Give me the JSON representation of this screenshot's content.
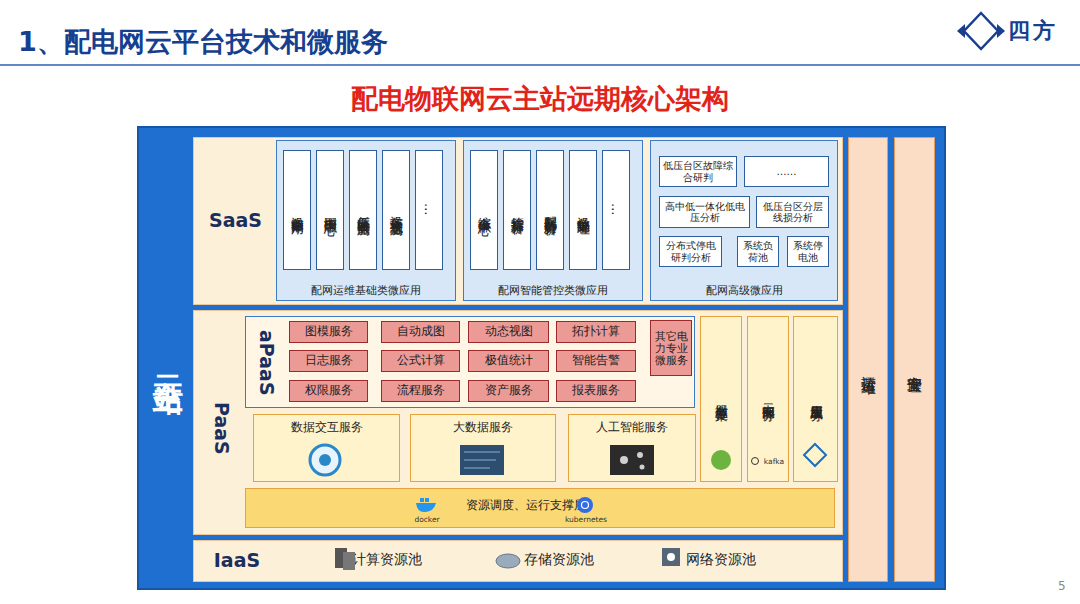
{
  "diagram": {
    "title": "配电物联网云主站远期核心架构",
    "nodes": [
      {
        "text": [
          "云主站"
        ]
      },
      {
        "text": [
          "SaaS"
        ],
        "in": 0
      },
      {
        "text": [
          "配网运维基础类微应用"
        ],
        "in": 1
      },
      {
        "text": [
          "设备即插即用"
        ],
        "in": 2
      },
      {
        "text": [
          "图模管理中心"
        ],
        "in": 2
      },
      {
        "text": [
          "低压台区实时监测"
        ],
        "in": 2
      },
      {
        "text": [
          "设备环境状态监测"
        ],
        "in": 2
      },
      {
        "text": [
          "…"
        ],
        "in": 2
      },
      {
        "text": [
          "配网智能管控类微应用"
        ],
        "in": 1
      },
      {
        "text": [
          "综合事件中心"
        ],
        "in": 8
      },
      {
        "text": [
          "管控指标分析"
        ],
        "in": 8
      },
      {
        "text": [
          "配网运行趋势分析"
        ],
        "in": 8
      },
      {
        "text": [
          "设备缺陷管理"
        ],
        "in": 8
      },
      {
        "text": [
          "…"
        ],
        "in": 8
      },
      {
        "text": [
          "配网高级微应用"
        ],
        "in": 1
      },
      {
        "text": [
          "低压台区故障综合研判"
        ],
        "in": 14
      },
      {
        "text": [
          "……"
        ],
        "in": 14
      },
      {
        "text": [
          "高中低一体化低电压分析"
        ],
        "in": 14
      },
      {
        "text": [
          "低压台区分层线损分析"
        ],
        "in": 14
      },
      {
        "text": [
          "分布式停电研判分析"
        ],
        "in": 14
      },
      {
        "text": [
          "系统负荷池"
        ],
        "in": 14
      },
      {
        "text": [
          "系统停电池"
        ],
        "in": 14
      },
      {
        "text": [
          "PaaS"
        ],
        "in": 0
      },
      {
        "text": [
          "aPaaS"
        ],
        "in": 22
      },
      {
        "text": [
          "图模服务"
        ],
        "in": 23
      },
      {
        "text": [
          "自动成图"
        ],
        "in": 23
      },
      {
        "text": [
          "动态视图"
        ],
        "in": 23
      },
      {
        "text": [
          "拓扑计算"
        ],
        "in": 23
      },
      {
        "text": [
          "日志服务"
        ],
        "in": 23
      },
      {
        "text": [
          "公式计算"
        ],
        "in": 23
      },
      {
        "text": [
          "极值统计"
        ],
        "in": 23
      },
      {
        "text": [
          "智能告警"
        ],
        "in": 23
      },
      {
        "text": [
          "权限服务"
        ],
        "in": 23
      },
      {
        "text": [
          "流程服务"
        ],
        "in": 23
      },
      {
        "text": [
          "资产服务"
        ],
        "in": 23
      },
      {
        "text": [
          "报表服务"
        ],
        "in": 23
      },
      {
        "text": [
          "其它电力专业微服务"
        ],
        "in": 23
      },
      {
        "text": [
          "数据交互服务"
        ],
        "in": 22
      },
      {
        "text": [
          "大数据服务"
        ],
        "in": 22
      },
      {
        "text": [
          "人工智能服务"
        ],
        "in": 22
      },
      {
        "text": [
          "微服务框架"
        ],
        "in": 22
      },
      {
        "text": [
          "云中间件服务",
          "kafka"
        ],
        "in": 22
      },
      {
        "text": [
          "应用集成服务"
        ],
        "in": 22
      },
      {
        "text": [
          "docker",
          "资源调度、运行支撑层",
          "kubernetes"
        ],
        "in": 22
      },
      {
        "text": [
          "IaaS"
        ],
        "in": 0
      },
      {
        "text": [
          "运营运维"
        ],
        "in": 0
      },
      {
        "text": [
          "安全管理"
        ],
        "in": 0
      }
    ],
    "labels": [
      "1、配电网云平台技术和微服务",
      "四方",
      "计算资源池",
      "存储资源池",
      "网络资源池",
      "5"
    ]
  }
}
